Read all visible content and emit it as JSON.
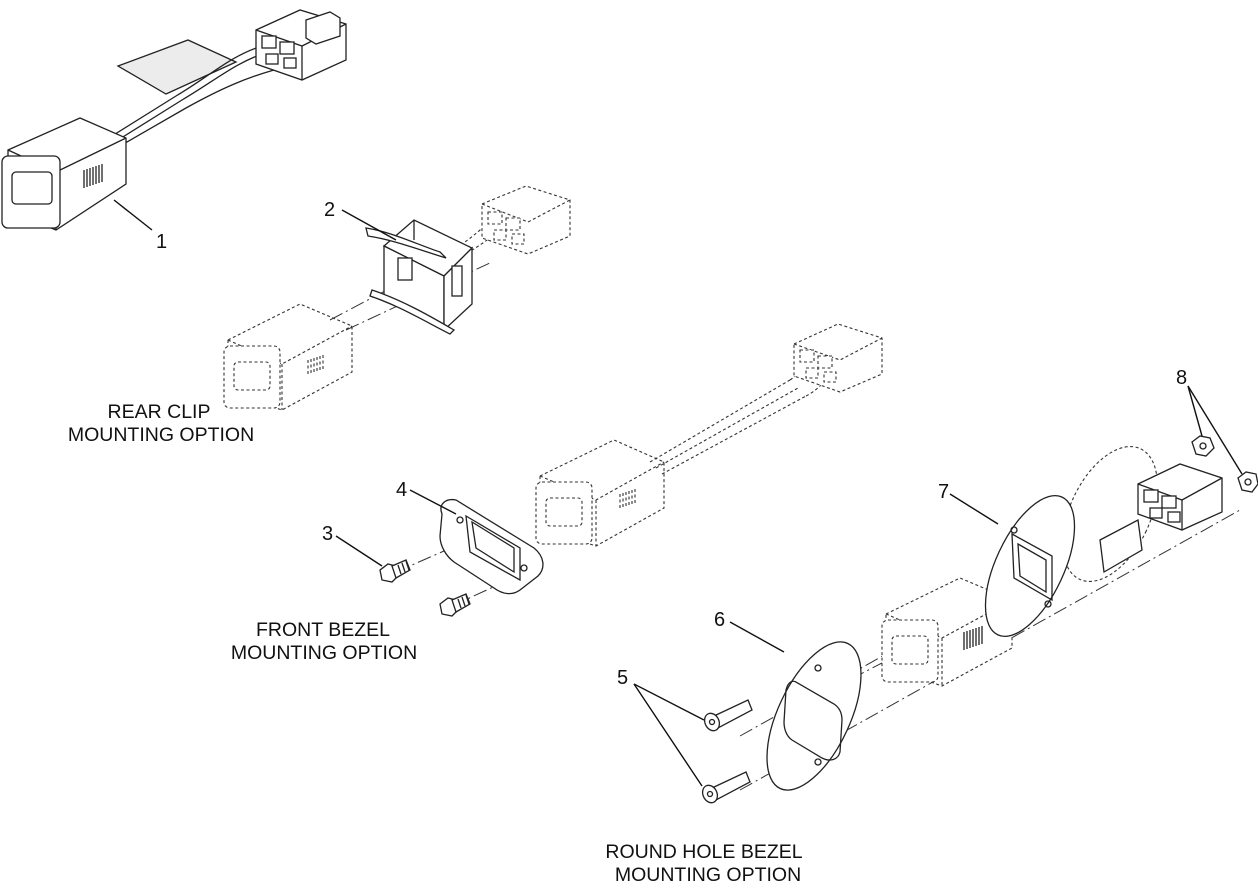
{
  "callouts": [
    "1",
    "2",
    "3",
    "4",
    "5",
    "6",
    "7",
    "8"
  ],
  "captions": {
    "rear_clip_line1": "REAR CLIP",
    "rear_clip_line2": "MOUNTING OPTION",
    "front_bezel_line1": "FRONT BEZEL",
    "front_bezel_line2": "MOUNTING OPTION",
    "round_hole_line1": "ROUND HOLE BEZEL",
    "round_hole_line2": "MOUNTING OPTION"
  }
}
